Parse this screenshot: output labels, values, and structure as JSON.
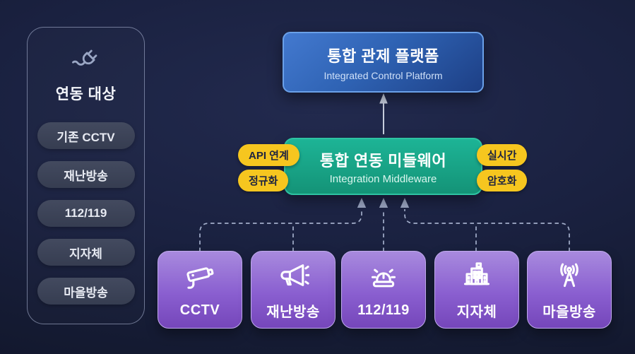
{
  "sidebar": {
    "title": "연동 대상",
    "icon": "plug-icon",
    "items": [
      {
        "label": "기존 CCTV"
      },
      {
        "label": "재난방송"
      },
      {
        "label": "112/119"
      },
      {
        "label": "지자체"
      },
      {
        "label": "마을방송"
      }
    ]
  },
  "platform": {
    "title": "통합 관제 플랫폼",
    "subtitle": "Integrated Control Platform"
  },
  "middleware": {
    "title": "통합 연동 미들웨어",
    "subtitle": "Integration Middleware",
    "badges_left": [
      {
        "label": "API 연계"
      },
      {
        "label": "정규화"
      }
    ],
    "badges_right": [
      {
        "label": "실시간"
      },
      {
        "label": "암호화"
      }
    ]
  },
  "sources": [
    {
      "label": "CCTV",
      "icon": "cctv-camera-icon"
    },
    {
      "label": "재난방송",
      "icon": "megaphone-icon"
    },
    {
      "label": "112/119",
      "icon": "siren-icon"
    },
    {
      "label": "지자체",
      "icon": "government-building-icon"
    },
    {
      "label": "마을방송",
      "icon": "broadcast-antenna-icon"
    }
  ],
  "colors": {
    "background": "#1a2140",
    "platform_blue": "#2f63b4",
    "platform_border": "#6aa0e8",
    "middleware_teal": "#17a188",
    "middleware_border": "#2ec3a2",
    "badge_yellow": "#f6c61f",
    "badge_text": "#1e2440",
    "card_purple": "#8a5fd0",
    "card_border": "#bfa9ec",
    "sidebar_pill_gray": "#3b4257",
    "connector_gray": "#a3aeca"
  }
}
